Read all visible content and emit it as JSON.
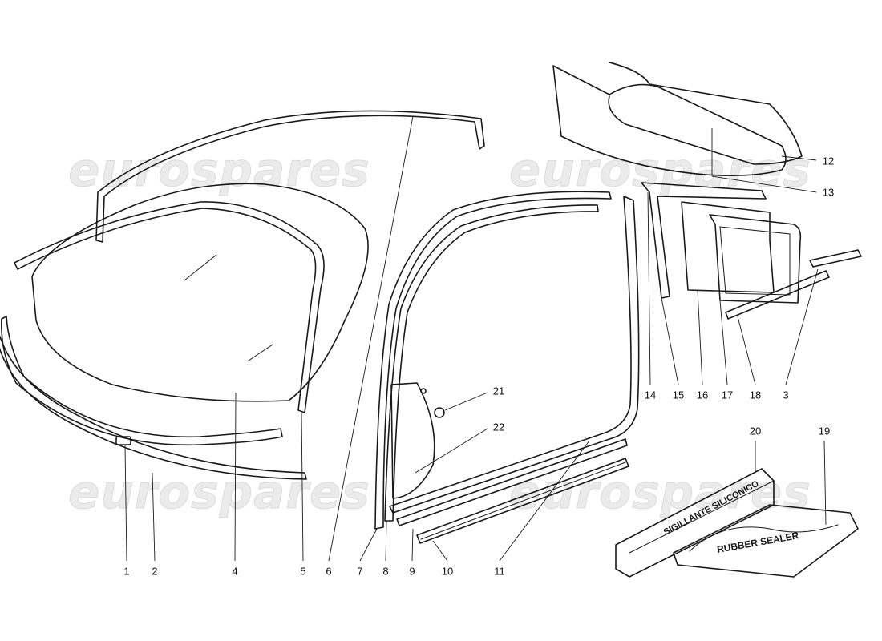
{
  "watermark": "eurospares",
  "callouts": [
    "1",
    "2",
    "4",
    "5",
    "6",
    "7",
    "8",
    "9",
    "10",
    "11",
    "12",
    "13",
    "14",
    "15",
    "16",
    "17",
    "18",
    "3",
    "20",
    "19",
    "21",
    "22"
  ],
  "package_text": {
    "tube_label": "SIGILLANTE SILICONICO",
    "box_label": "RUBBER SEALER"
  }
}
